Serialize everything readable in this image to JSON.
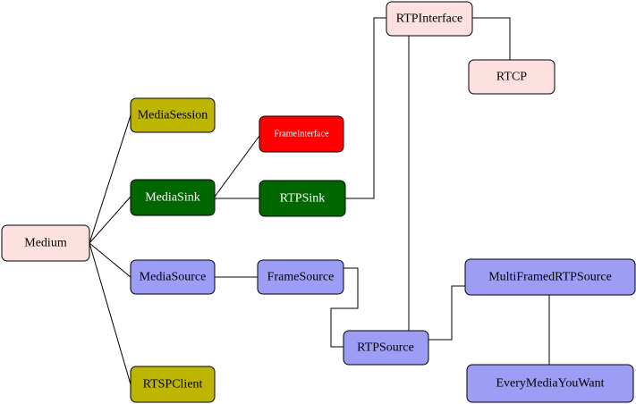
{
  "colors": {
    "pink": "#fde0e0",
    "olive": "#bdb500",
    "dark_green": "#006600",
    "red": "#ff0000",
    "lavender": "#9d9df5",
    "text_dark": "#000000",
    "text_light": "#ffffff"
  },
  "nodes": {
    "medium": {
      "label": "Medium"
    },
    "media_session": {
      "label": "MediaSession"
    },
    "media_sink": {
      "label": "MediaSink"
    },
    "media_source": {
      "label": "MediaSource"
    },
    "rtsp_client": {
      "label": "RTSPClient"
    },
    "frame_interface": {
      "label": "FrameInterface"
    },
    "rtp_sink": {
      "label": "RTPSink"
    },
    "frame_source": {
      "label": "FrameSource"
    },
    "rtp_interface": {
      "label": "RTPInterface"
    },
    "rtcp": {
      "label": "RTCP"
    },
    "rtp_source": {
      "label": "RTPSource"
    },
    "multi_framed_rtp_source": {
      "label": "MultiFramedRTPSource"
    },
    "every_media_you_want": {
      "label": "EveryMediaYouWant"
    }
  }
}
